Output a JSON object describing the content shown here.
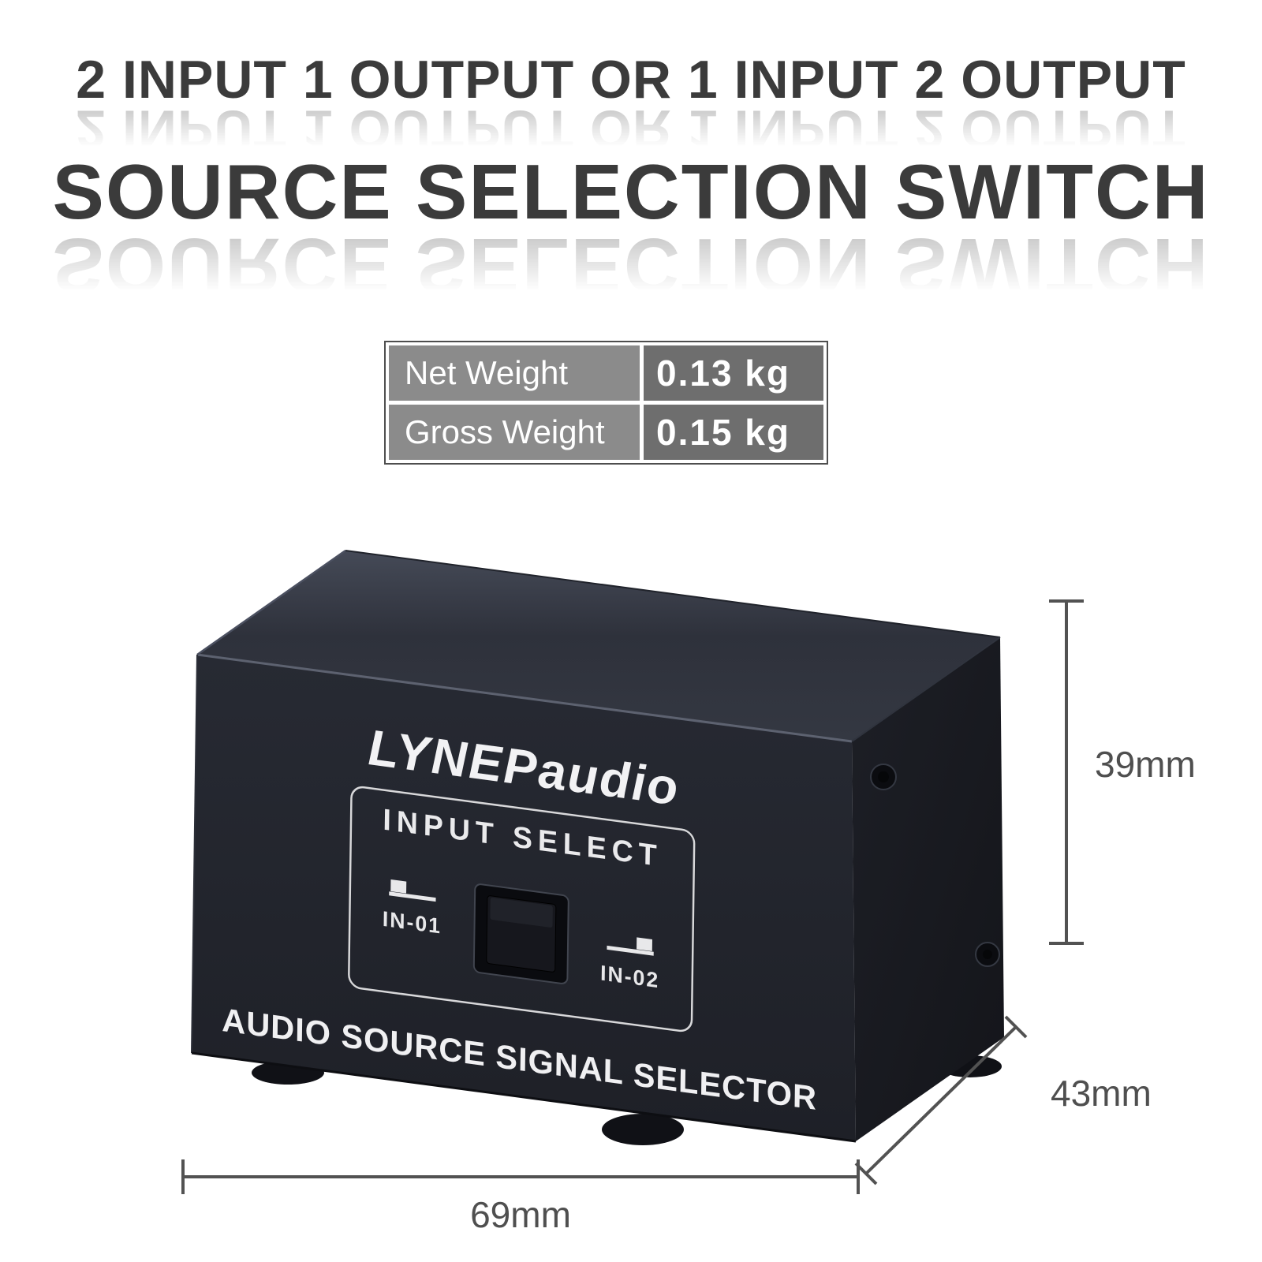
{
  "headline": {
    "line1": "2 INPUT 1 OUTPUT OR 1 INPUT 2 OUTPUT",
    "line2": "SOURCE SELECTION SWITCH",
    "color": "#3b3b3b"
  },
  "weight_table": {
    "rows": [
      {
        "label": "Net Weight",
        "value": "0.13 kg"
      },
      {
        "label": "Gross Weight",
        "value": "0.15 kg"
      }
    ],
    "label_bg": "#8b8b8b",
    "value_bg": "#6e6e6e"
  },
  "device": {
    "brand": "LYNEPaudio",
    "panel_title": "INPUT SELECT",
    "input_left": "IN-01",
    "input_right": "IN-02",
    "bottom_label": "AUDIO SOURCE SIGNAL SELECTOR",
    "body_color": "#23262e",
    "icons": [
      "switch-position-left-icon",
      "switch-position-right-icon",
      "screw-icon"
    ]
  },
  "dimensions": {
    "height": "39mm",
    "depth": "43mm",
    "width": "69mm"
  }
}
